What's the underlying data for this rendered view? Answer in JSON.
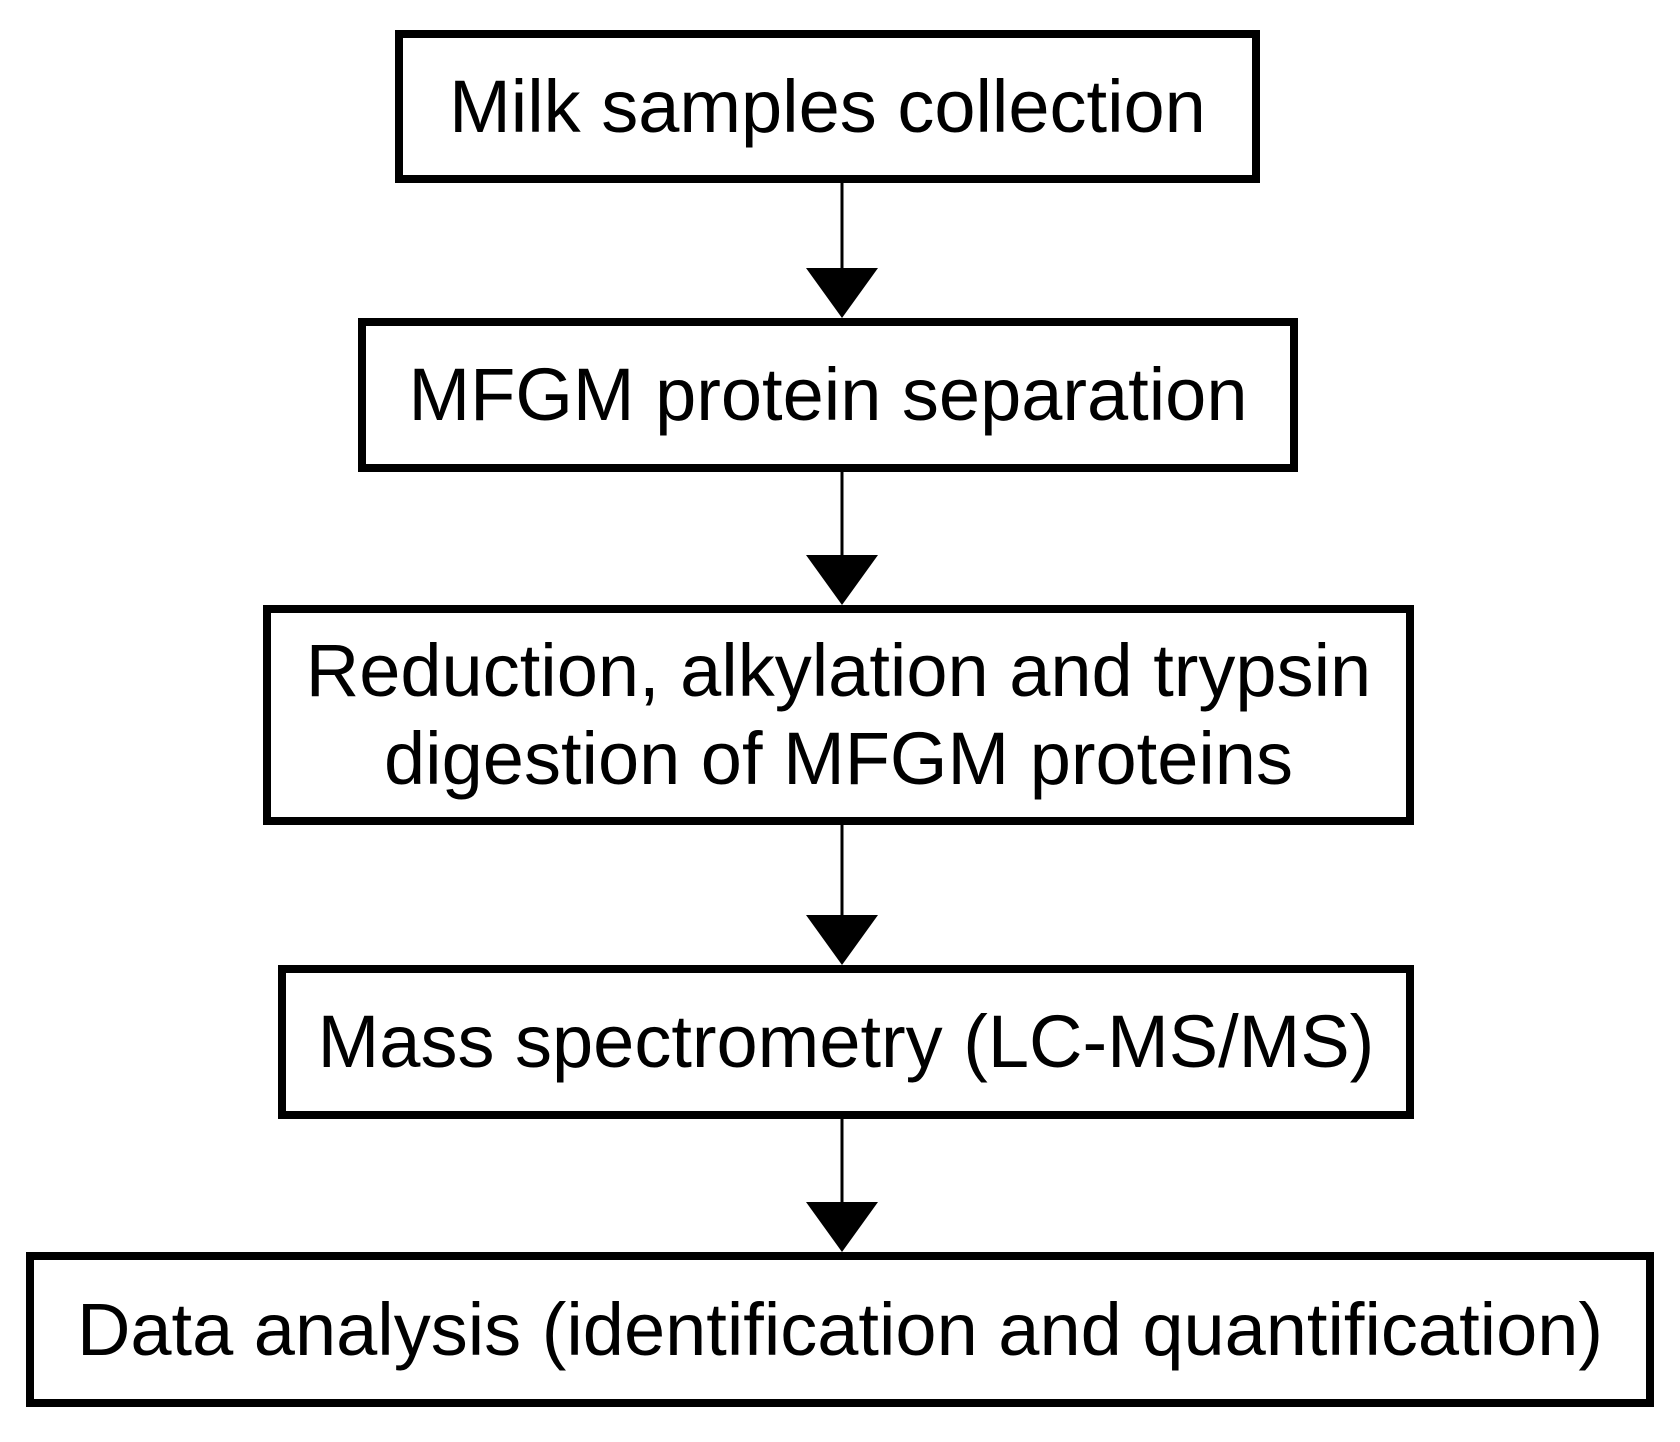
{
  "flowchart": {
    "steps": [
      {
        "lines": [
          "Milk samples collection"
        ]
      },
      {
        "lines": [
          "MFGM protein separation"
        ]
      },
      {
        "lines": [
          "Reduction, alkylation and trypsin",
          "digestion of MFGM proteins"
        ]
      },
      {
        "lines": [
          "Mass spectrometry (LC-MS/MS)"
        ]
      },
      {
        "lines": [
          "Data analysis (identification and quantification)"
        ]
      }
    ],
    "connector_icon": "arrow-down-icon",
    "colors": {
      "stroke": "#000000",
      "background": "#ffffff",
      "text": "#000000"
    }
  }
}
